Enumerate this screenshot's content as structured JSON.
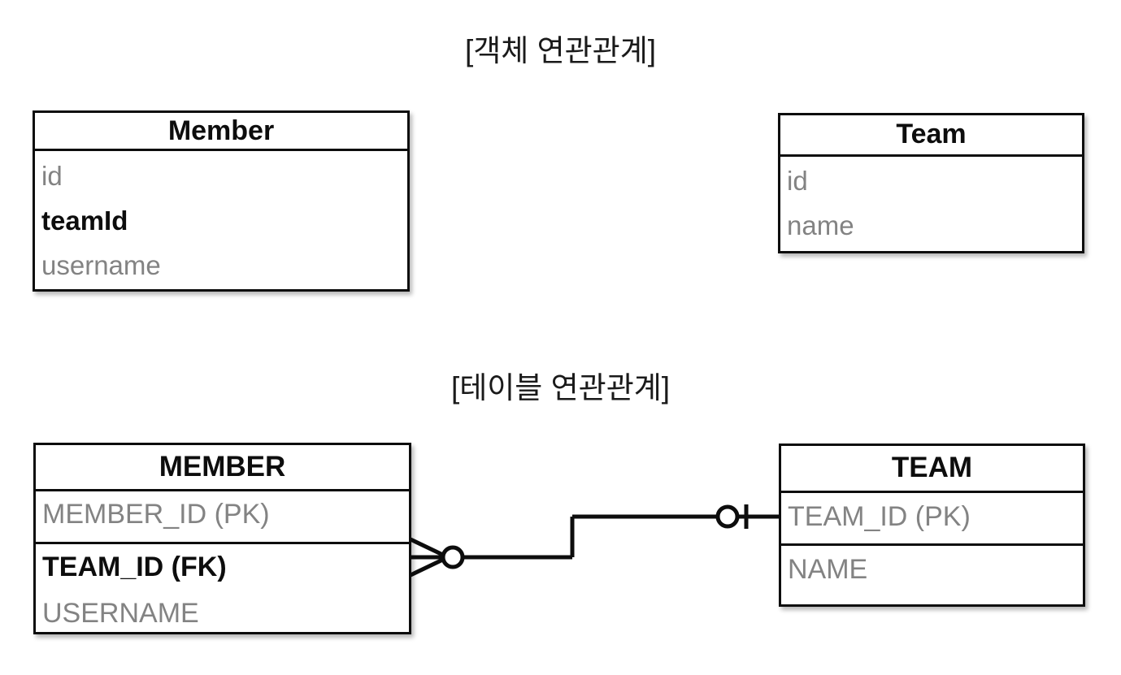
{
  "diagram": {
    "type": "entity-relationship-comparison",
    "background": "#ffffff",
    "line_color": "#0d0d0d",
    "attribute_color": "#838383",
    "emphasis_color": "#0d0d0d"
  },
  "sections": {
    "object": {
      "title": "[객체 연관관계]",
      "entities": {
        "member": {
          "name": "Member",
          "attributes": [
            {
              "label": "id",
              "emphasis": false
            },
            {
              "label": "teamId",
              "emphasis": true
            },
            {
              "label": "username",
              "emphasis": false
            }
          ]
        },
        "team": {
          "name": "Team",
          "attributes": [
            {
              "label": "id",
              "emphasis": false
            },
            {
              "label": "name",
              "emphasis": false
            }
          ]
        }
      }
    },
    "table": {
      "title": "[테이블 연관관계]",
      "entities": {
        "member": {
          "name": "MEMBER",
          "group1": [
            {
              "label": "MEMBER_ID (PK)",
              "emphasis": false
            }
          ],
          "group2": [
            {
              "label": "TEAM_ID (FK)",
              "emphasis": true
            },
            {
              "label": "USERNAME",
              "emphasis": false
            }
          ]
        },
        "team": {
          "name": "TEAM",
          "group1": [
            {
              "label": "TEAM_ID (PK)",
              "emphasis": false
            }
          ],
          "group2": [
            {
              "label": "NAME",
              "emphasis": false
            }
          ]
        }
      },
      "relationship": {
        "left_cardinality": "zero-or-many",
        "left_notation": "crows-foot-with-circle",
        "right_cardinality": "exactly-one",
        "right_notation": "circle-with-tick",
        "from": "MEMBER.TEAM_ID (FK)",
        "to": "TEAM.TEAM_ID (PK)"
      }
    }
  }
}
